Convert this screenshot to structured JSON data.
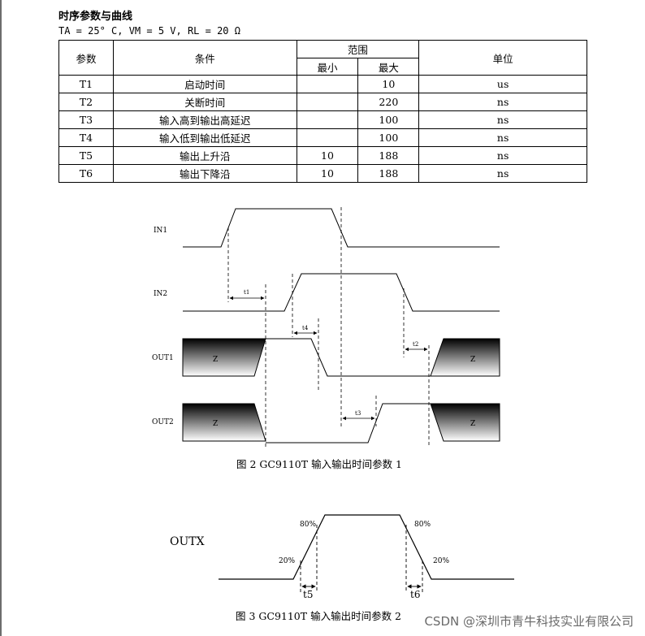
{
  "doc": {
    "title": "时序参数与曲线",
    "conditions": "TA = 25° C, VM = 5 V, RL = 20 Ω"
  },
  "table": {
    "headers": {
      "param": "参数",
      "condition": "条件",
      "range": "范围",
      "min": "最小",
      "max": "最大",
      "unit": "单位"
    },
    "rows": [
      {
        "param": "T1",
        "condition": "启动时间",
        "min": "",
        "max": "10",
        "unit": "us"
      },
      {
        "param": "T2",
        "condition": "关断时间",
        "min": "",
        "max": "220",
        "unit": "ns"
      },
      {
        "param": "T3",
        "condition": "输入高到输出高延迟",
        "min": "",
        "max": "100",
        "unit": "ns"
      },
      {
        "param": "T4",
        "condition": "输入低到输出低延迟",
        "min": "",
        "max": "100",
        "unit": "ns"
      },
      {
        "param": "T5",
        "condition": "输出上升沿",
        "min": "10",
        "max": "188",
        "unit": "ns"
      },
      {
        "param": "T6",
        "condition": "输出下降沿",
        "min": "10",
        "max": "188",
        "unit": "ns"
      }
    ]
  },
  "figure2": {
    "signals": [
      "IN1",
      "IN2",
      "OUT1",
      "OUT2"
    ],
    "hiz_label": "Z",
    "intervals": [
      "t1",
      "t4",
      "t2",
      "t3"
    ],
    "caption": "图 2  GC9110T 输入输出时间参数 1"
  },
  "figure3": {
    "signal": "OUTX",
    "level_high": "80%",
    "level_low": "20%",
    "t_rise": "t5",
    "t_fall": "t6",
    "caption": "图 3  GC9110T 输入输出时间参数 2"
  },
  "watermark": "CSDN @深圳市青牛科技实业有限公司"
}
